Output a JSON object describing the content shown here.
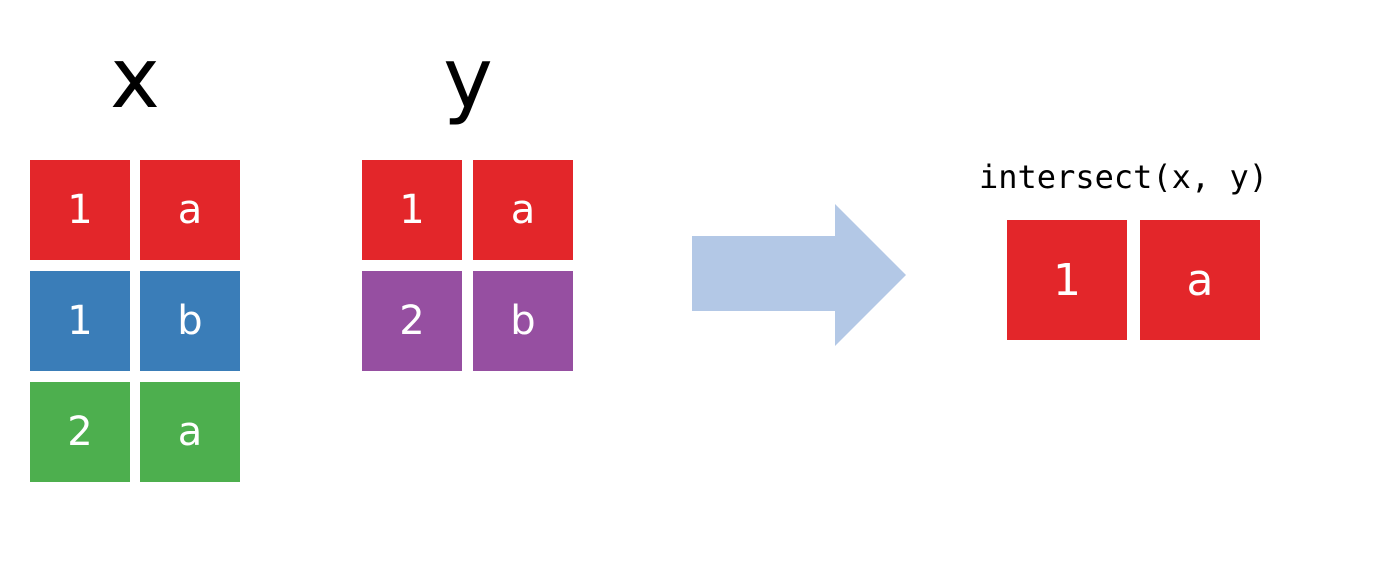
{
  "tables": {
    "x": {
      "name": "x",
      "rows": [
        {
          "col1": "1",
          "col2": "a",
          "color": "#e3262a"
        },
        {
          "col1": "1",
          "col2": "b",
          "color": "#3a7db8"
        },
        {
          "col1": "2",
          "col2": "a",
          "color": "#4daf4e"
        }
      ]
    },
    "y": {
      "name": "y",
      "rows": [
        {
          "col1": "1",
          "col2": "a",
          "color": "#e3262a"
        },
        {
          "col1": "2",
          "col2": "b",
          "color": "#964fa1"
        }
      ]
    }
  },
  "result": {
    "label": "intersect(x, y)",
    "rows": [
      {
        "col1": "1",
        "col2": "a",
        "color": "#e3262a"
      }
    ]
  },
  "arrow": {
    "color": "#b3c8e6"
  }
}
